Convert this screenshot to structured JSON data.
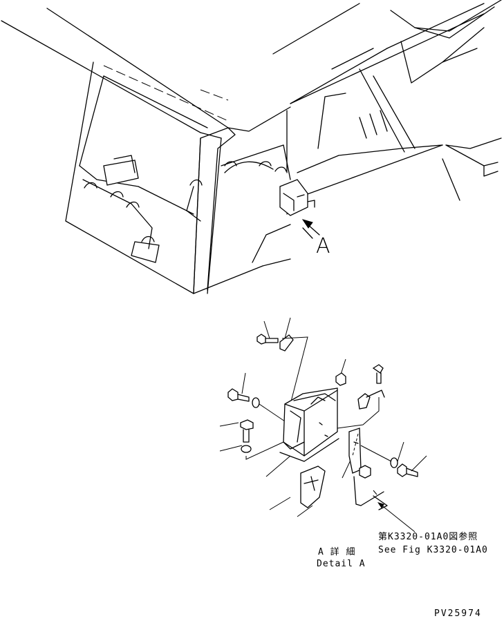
{
  "callout_letter": "A",
  "detail": {
    "title_jp": "A 詳 細",
    "title_en": "Detail A"
  },
  "reference": {
    "jp": "第K3320-01A0図参照",
    "en": "See Fig K3320-01A0"
  },
  "drawing_number": "PV25974"
}
